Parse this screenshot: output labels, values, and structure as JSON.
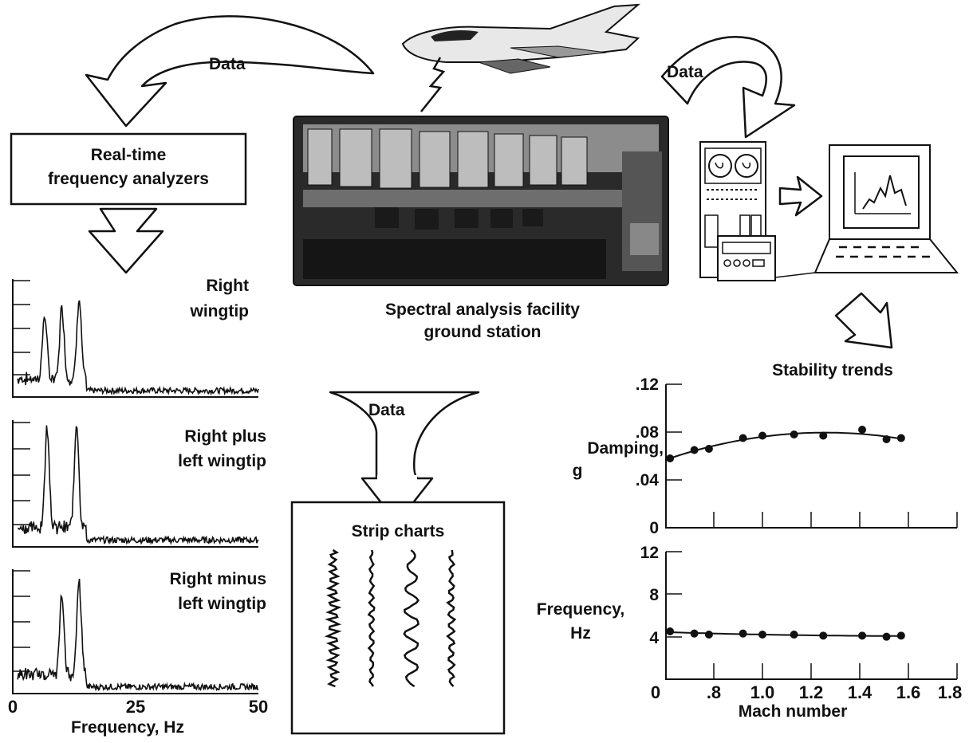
{
  "arrows": {
    "data_top": "Data",
    "data_right": "Data",
    "data_middle": "Data"
  },
  "analyzer_box": {
    "line1": "Real-time",
    "line2": "frequency analyzers"
  },
  "facility_caption": {
    "line1": "Spectral analysis facility",
    "line2": "ground station"
  },
  "spectra": {
    "plot1": {
      "line1": "Right",
      "line2": "wingtip"
    },
    "plot2": {
      "line1": "Right plus",
      "line2": "left wingtip"
    },
    "plot3": {
      "line1": "Right minus",
      "line2": "left wingtip"
    },
    "x_ticks": [
      "0",
      "25",
      "50"
    ],
    "x_label": "Frequency, Hz"
  },
  "strip_box": {
    "title": "Strip charts"
  },
  "stability": {
    "title": "Stability trends",
    "damping_label": {
      "line1": "Damping,",
      "line2": "g"
    },
    "frequency_label": {
      "line1": "Frequency,",
      "line2": "Hz"
    },
    "x_label": "Mach number",
    "x_ticks": [
      "0",
      ".8",
      "1.0",
      "1.2",
      "1.4",
      "1.6",
      "1.8"
    ]
  },
  "chart_data": [
    {
      "type": "scatter",
      "title": "Stability trends",
      "ylabel": "Damping, g",
      "xlabel": "Mach number",
      "x_tick_labels": [
        "0",
        ".8",
        "1.0",
        "1.2",
        "1.4",
        "1.6",
        "1.8"
      ],
      "y_tick_labels": [
        ".12",
        ".08",
        ".04",
        "0"
      ],
      "ylim": [
        0,
        0.12
      ],
      "series": [
        {
          "x": [
            0.62,
            0.72,
            0.78,
            0.92,
            1.0,
            1.13,
            1.25,
            1.41,
            1.51,
            1.57
          ],
          "y": [
            0.058,
            0.065,
            0.066,
            0.075,
            0.077,
            0.078,
            0.077,
            0.082,
            0.074,
            0.075
          ]
        }
      ],
      "fit_curve": true
    },
    {
      "type": "scatter",
      "ylabel": "Frequency, Hz",
      "xlabel": "Mach number",
      "x_tick_labels": [
        "0",
        ".8",
        "1.0",
        "1.2",
        "1.4",
        "1.6",
        "1.8"
      ],
      "y_tick_labels": [
        "12",
        "8",
        "4",
        "0"
      ],
      "ylim": [
        0,
        12
      ],
      "series": [
        {
          "x": [
            0.62,
            0.72,
            0.78,
            0.92,
            1.0,
            1.13,
            1.25,
            1.41,
            1.51,
            1.57
          ],
          "y": [
            4.5,
            4.3,
            4.2,
            4.3,
            4.2,
            4.2,
            4.1,
            4.1,
            4.0,
            4.1
          ]
        }
      ],
      "fit_curve": true
    },
    {
      "type": "line",
      "title": "Right wingtip",
      "xlabel": "Frequency, Hz",
      "x_tick_labels": [
        "0",
        "25",
        "50"
      ],
      "xlim": [
        0,
        50
      ],
      "peaks_hz": [
        6.5,
        10,
        13.5
      ]
    },
    {
      "type": "line",
      "title": "Right plus left wingtip",
      "xlabel": "Frequency, Hz",
      "x_tick_labels": [
        "0",
        "25",
        "50"
      ],
      "xlim": [
        0,
        50
      ],
      "peaks_hz": [
        7,
        13
      ]
    },
    {
      "type": "line",
      "title": "Right minus left wingtip",
      "xlabel": "Frequency, Hz",
      "x_tick_labels": [
        "0",
        "25",
        "50"
      ],
      "xlim": [
        0,
        50
      ],
      "peaks_hz": [
        10,
        13.5
      ]
    }
  ]
}
